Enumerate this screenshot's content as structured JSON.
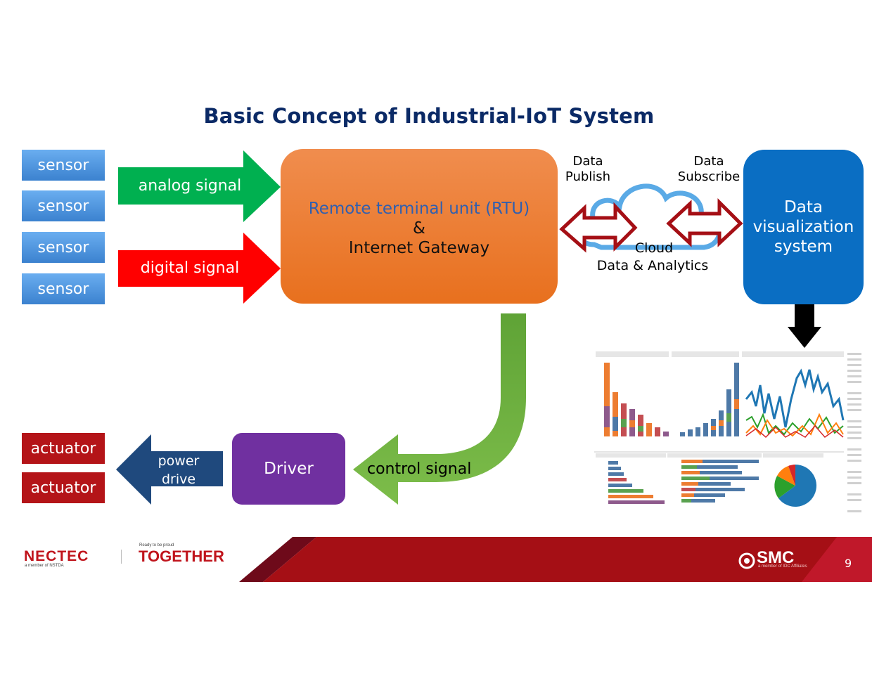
{
  "title": "Basic Concept of Industrial-IoT System",
  "sensors": [
    "sensor",
    "sensor",
    "sensor",
    "sensor"
  ],
  "analog_signal": "analog signal",
  "digital_signal": "digital signal",
  "rtu": {
    "line1": "Remote terminal unit (RTU)",
    "line2": "&",
    "line3": "Internet Gateway"
  },
  "cloud": {
    "publish_1": "Data",
    "publish_2": "Publish",
    "subscribe_1": "Data",
    "subscribe_2": "Subscribe",
    "label_1": "Cloud",
    "label_2": "Data & Analytics"
  },
  "dvs": {
    "line1": "Data",
    "line2": "visualization",
    "line3": "system"
  },
  "control_signal": "control signal",
  "driver": "Driver",
  "power_drive": {
    "line1": "power",
    "line2": "drive"
  },
  "actuators": [
    "actuator",
    "actuator"
  ],
  "footer": {
    "nectec": "NECTEC",
    "nectec_sub": "a member of NSTDA",
    "together_small": "Ready to be proud",
    "together": "TOGETHER",
    "smc": "SMC",
    "smc_sub": "a member of IDC Affiliates",
    "page": "9"
  },
  "colors": {
    "title": "#0b2a66",
    "green": "#00b050",
    "red": "#ff0000",
    "orange": "#ed7d31",
    "blue": "#0a6ec3",
    "purple": "#7030a0",
    "navy": "#1f497d",
    "maroon": "#a50f15"
  }
}
